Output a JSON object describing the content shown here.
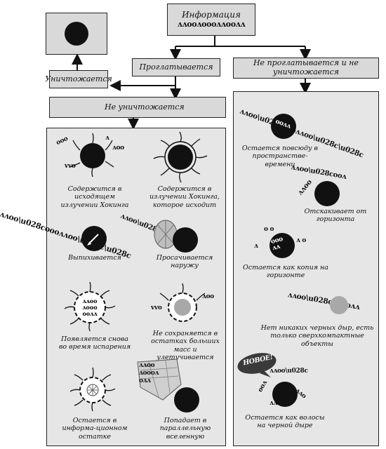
{
  "top": {
    "title": "Информация",
    "code": "ʌʌooʌoooʌʌooʌʌ"
  },
  "branches": {
    "swallowed": "Проглатывается",
    "not_swallowed": "Не проглатывается и не уничтожается",
    "destroyed": "Уничтожается",
    "not_destroyed": "Не уничтожается"
  },
  "left_captions": [
    "Содержится в исходящем излучении Хокинга",
    "Содержится в излучении Хокинга, которое исходит",
    "Выпихивается",
    "Просачивается наружу",
    "Появляется снова во время испарения",
    "Не сохраняется в остатках больших масс и улетучивается",
    "Остается в информа-ционном остатке",
    "Попадает в параллельную вселенную"
  ],
  "right_captions": [
    "Остается повсюду в пространстве-времени",
    "Отскакивает от горизонта",
    "Остается как копия на горизонте",
    "Нет никаких черных дыр, есть только сверхкомпактные объекты",
    "Остается как волосы на черной дыре"
  ],
  "labels": {
    "new_badge": "НОВОЕ!"
  }
}
